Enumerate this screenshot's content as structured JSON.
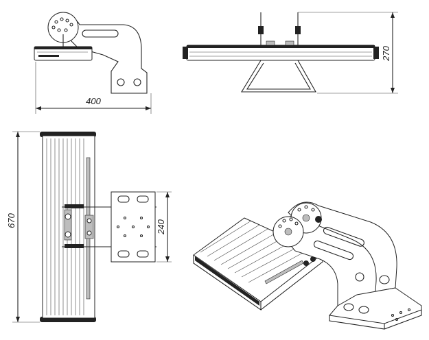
{
  "dimensions": {
    "side_width": "400",
    "front_height": "270",
    "plan_length": "670",
    "bracket_width": "240"
  },
  "colors": {
    "line": "#222222",
    "fill_grey": "#bdbdbd",
    "background": "#ffffff"
  }
}
